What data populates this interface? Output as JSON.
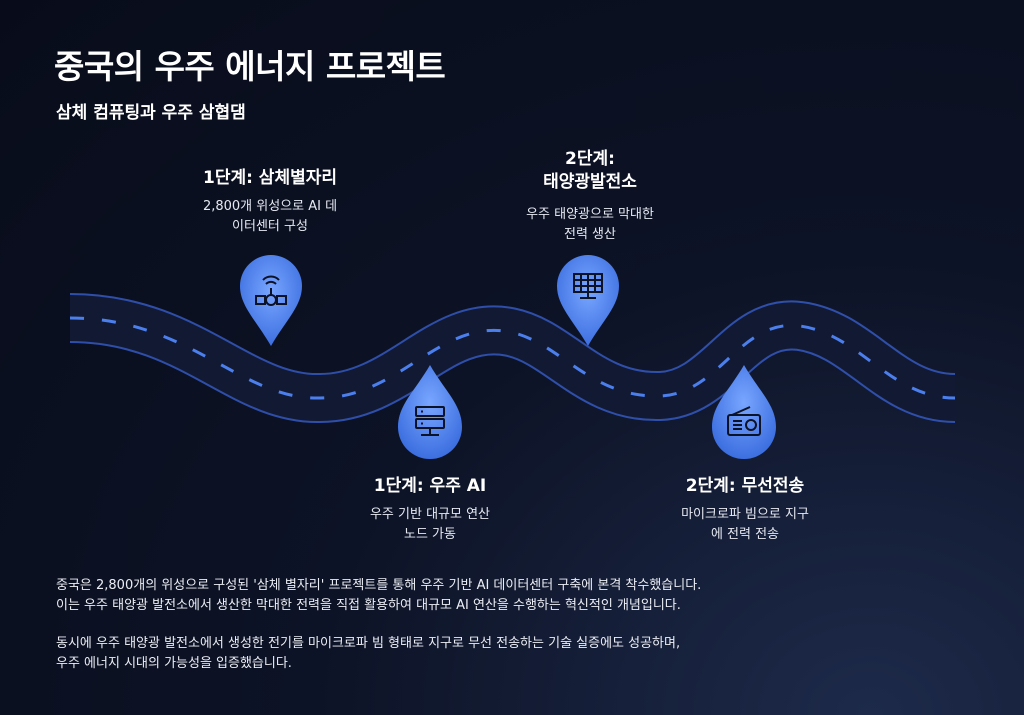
{
  "header": {
    "title": "중국의 우주 에너지 프로젝트",
    "subtitle": "삼체 컴퓨팅과 우주 삼협댐"
  },
  "stages": [
    {
      "title_lines": [
        "1단계: 삼체별자리"
      ],
      "desc_lines": [
        "2,800개 위성으로 AI 데",
        "이터센터 구성"
      ],
      "icon": "satellite-icon"
    },
    {
      "title_lines": [
        "2단계:",
        "태양광발전소"
      ],
      "desc_lines": [
        "우주 태양광으로 막대한",
        "전력 생산"
      ],
      "icon": "solar-panel-icon"
    },
    {
      "title_lines": [
        "1단계: 우주 AI"
      ],
      "desc_lines": [
        "우주 기반 대규모 연산",
        "노드 가동"
      ],
      "icon": "server-icon"
    },
    {
      "title_lines": [
        "2단계: 무선전송"
      ],
      "desc_lines": [
        "마이크로파 빔으로 지구",
        "에 전력 전송"
      ],
      "icon": "radio-icon"
    }
  ],
  "body": {
    "paragraph1": [
      "중국은 2,800개의 위성으로 구성된 '삼체 별자리' 프로젝트를 통해 우주 기반 AI 데이터센터 구축에 본격 착수했습니다.",
      "이는 우주 태양광 발전소에서 생산한 막대한 전력을 직접 활용하여 대규모 AI 연산을 수행하는 혁신적인 개념입니다."
    ],
    "paragraph2": [
      "동시에 우주 태양광 발전소에서 생성한 전기를 마이크로파 빔 형태로 지구로 무선 전송하는 기술 실증에도 성공하며,",
      "우주 에너지 시대의 가능성을 입증했습니다."
    ]
  },
  "colors": {
    "accent": "#5b8def",
    "road": "#121a33",
    "road_edge": "#3355b8",
    "dash": "#4c7fee"
  }
}
